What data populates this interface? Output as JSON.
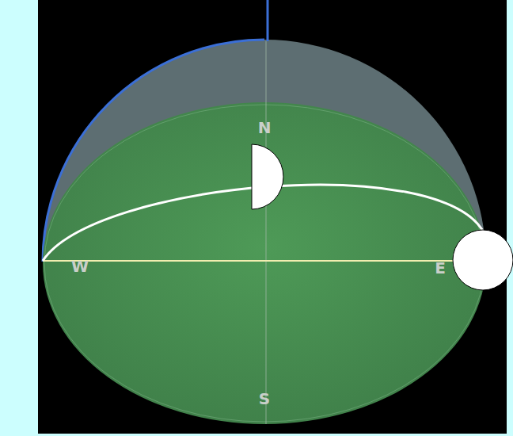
{
  "diagram": {
    "labels": [
      "N",
      "W",
      "S",
      "E"
    ]
  }
}
